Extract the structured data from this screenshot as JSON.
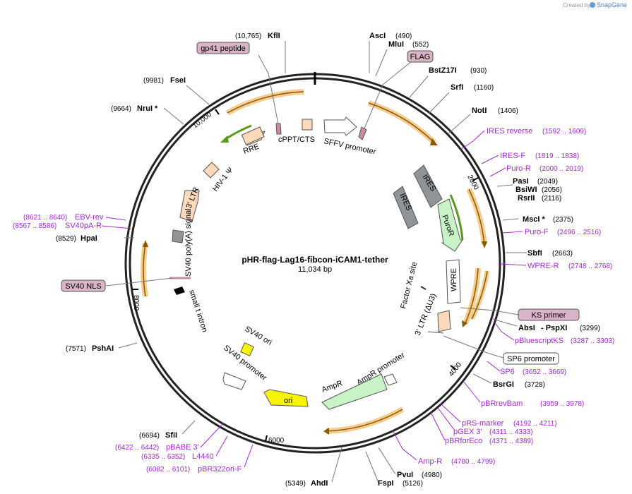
{
  "watermark": {
    "prefix": "Created by",
    "brand": "SnapGene"
  },
  "plasmid": {
    "name": "pHR-flag-Lag16-fibcon-iCAM1-tether",
    "length": "11,034 bp"
  },
  "colors": {
    "primer": "#a22bd0",
    "feature_label_box": "#d9b3c6",
    "orf_glow": "#f4c47c",
    "arrow_brown": "#8a5a00"
  },
  "ticks": [
    {
      "label": "2000",
      "bp": 2000
    },
    {
      "label": "4000",
      "bp": 4000
    },
    {
      "label": "6000",
      "bp": 6000
    },
    {
      "label": "8000",
      "bp": 8000
    },
    {
      "label": "10,000",
      "bp": 10000
    }
  ],
  "enzymes": [
    {
      "id": "kfli",
      "name": "KflI",
      "pos": "(10,765)",
      "side": "left"
    },
    {
      "id": "fsei",
      "name": "FseI",
      "pos": "(9981)",
      "side": "left"
    },
    {
      "id": "nrui",
      "name": "NruI *",
      "pos": "(9664)",
      "side": "left"
    },
    {
      "id": "hpai",
      "name": "HpaI",
      "pos": "(8529)",
      "side": "left"
    },
    {
      "id": "psha",
      "name": "PshAI",
      "pos": "(7571)",
      "side": "left"
    },
    {
      "id": "sfii",
      "name": "SfiI",
      "pos": "(6694)",
      "side": "left"
    },
    {
      "id": "ahdi",
      "name": "AhdI",
      "pos": "(5349)",
      "side": "left"
    },
    {
      "id": "asci",
      "name": "AscI",
      "pos": "(490)",
      "side": "right"
    },
    {
      "id": "mlui",
      "name": "MluI",
      "pos": "(552)",
      "side": "right"
    },
    {
      "id": "bstz",
      "name": "BstZ17I",
      "pos": "(930)",
      "side": "right"
    },
    {
      "id": "srfi",
      "name": "SrfI",
      "pos": "(1160)",
      "side": "right"
    },
    {
      "id": "noti",
      "name": "NotI",
      "pos": "(1406)",
      "side": "right"
    },
    {
      "id": "pasi",
      "name": "PasI",
      "pos": "(2049)",
      "side": "right"
    },
    {
      "id": "bsiwi",
      "name": "BsiWI",
      "pos": "(2056)",
      "side": "right"
    },
    {
      "id": "rsrii",
      "name": "RsrII",
      "pos": "(2116)",
      "side": "right"
    },
    {
      "id": "msci",
      "name": "MscI *",
      "pos": "(2375)",
      "side": "right"
    },
    {
      "id": "sbfi",
      "name": "SbfI",
      "pos": "(2663)",
      "side": "right"
    },
    {
      "id": "absi",
      "name": "AbsI",
      "pos": "(3299)",
      "side": "right",
      "partner": "- PspXI"
    },
    {
      "id": "bsrgi",
      "name": "BsrGI",
      "pos": "(3728)",
      "side": "right"
    },
    {
      "id": "pvui",
      "name": "PvuI",
      "pos": "(4980)",
      "side": "right"
    },
    {
      "id": "fspi",
      "name": "FspI",
      "pos": "(5126)",
      "side": "right"
    }
  ],
  "primers": [
    {
      "id": "iresrev",
      "name": "IRES reverse",
      "pos": "(1592 .. 1609)"
    },
    {
      "id": "iresf",
      "name": "IRES-F",
      "pos": "(1819 .. 1838)"
    },
    {
      "id": "puror",
      "name": "Puro-R",
      "pos": "(2000 .. 2019)"
    },
    {
      "id": "purof",
      "name": "Puro-F",
      "pos": "(2496 .. 2516)"
    },
    {
      "id": "wprer",
      "name": "WPRE-R",
      "pos": "(2748 .. 2768)"
    },
    {
      "id": "pbks",
      "name": "pBluescriptKS",
      "pos": "(3287 .. 3303)"
    },
    {
      "id": "sp6",
      "name": "SP6",
      "pos": "(3652 .. 3669)"
    },
    {
      "id": "pbrrev",
      "name": "pBRrevBam",
      "pos": "(3959 .. 3978)"
    },
    {
      "id": "prs",
      "name": "pRS-marker",
      "pos": "(4192 .. 4211)"
    },
    {
      "id": "pgex",
      "name": "pGEX 3'",
      "pos": "(4311 .. 4333)"
    },
    {
      "id": "pbrfor",
      "name": "pBRforEco",
      "pos": "(4371 .. 4389)"
    },
    {
      "id": "ampr",
      "name": "Amp-R",
      "pos": "(4780 .. 4799)"
    },
    {
      "id": "pbr322",
      "name": "pBR322ori-F",
      "pos": "(6082 .. 6101)"
    },
    {
      "id": "l4440",
      "name": "L4440",
      "pos": "(6335 .. 6352)"
    },
    {
      "id": "pbabe",
      "name": "pBABE 3'",
      "pos": "(6422 .. 6442)"
    },
    {
      "id": "sv40par",
      "name": "SV40pA-R",
      "pos": "(8567 .. 8586)"
    },
    {
      "id": "ebvrev",
      "name": "EBV-rev",
      "pos": "(8621 .. 8640)"
    }
  ],
  "boxed_labels": [
    {
      "id": "gp41",
      "text": "gp41 peptide"
    },
    {
      "id": "flag",
      "text": "FLAG"
    },
    {
      "id": "ksprimer",
      "text": "KS primer"
    },
    {
      "id": "sv40nls",
      "text": "SV40 NLS"
    },
    {
      "id": "sp6prom",
      "text": "SP6 promoter"
    }
  ],
  "features": [
    {
      "id": "rre",
      "text": "RRE"
    },
    {
      "id": "cppt",
      "text": "cPPT/CTS"
    },
    {
      "id": "sffv",
      "text": "SFFV promoter"
    },
    {
      "id": "ires_a",
      "text": "IRES"
    },
    {
      "id": "ires_b",
      "text": "IRES"
    },
    {
      "id": "puror",
      "text": "PuroR"
    },
    {
      "id": "wpre",
      "text": "WPRE"
    },
    {
      "id": "fxa",
      "text": "Factor Xa site"
    },
    {
      "id": "ltr3d",
      "text": "3' LTR (ΔU3)"
    },
    {
      "id": "amprprom",
      "text": "AmpR promoter"
    },
    {
      "id": "ampr",
      "text": "AmpR"
    },
    {
      "id": "ori",
      "text": "ori"
    },
    {
      "id": "sv40ori",
      "text": "SV40 ori"
    },
    {
      "id": "sv40prom",
      "text": "SV40 promoter"
    },
    {
      "id": "smallt",
      "text": "small t intron"
    },
    {
      "id": "sv40pa",
      "text": "SV40 poly(A) signal"
    },
    {
      "id": "ltr3",
      "text": "3' LTR"
    },
    {
      "id": "hiv",
      "text": "HIV-1 Ψ"
    }
  ]
}
